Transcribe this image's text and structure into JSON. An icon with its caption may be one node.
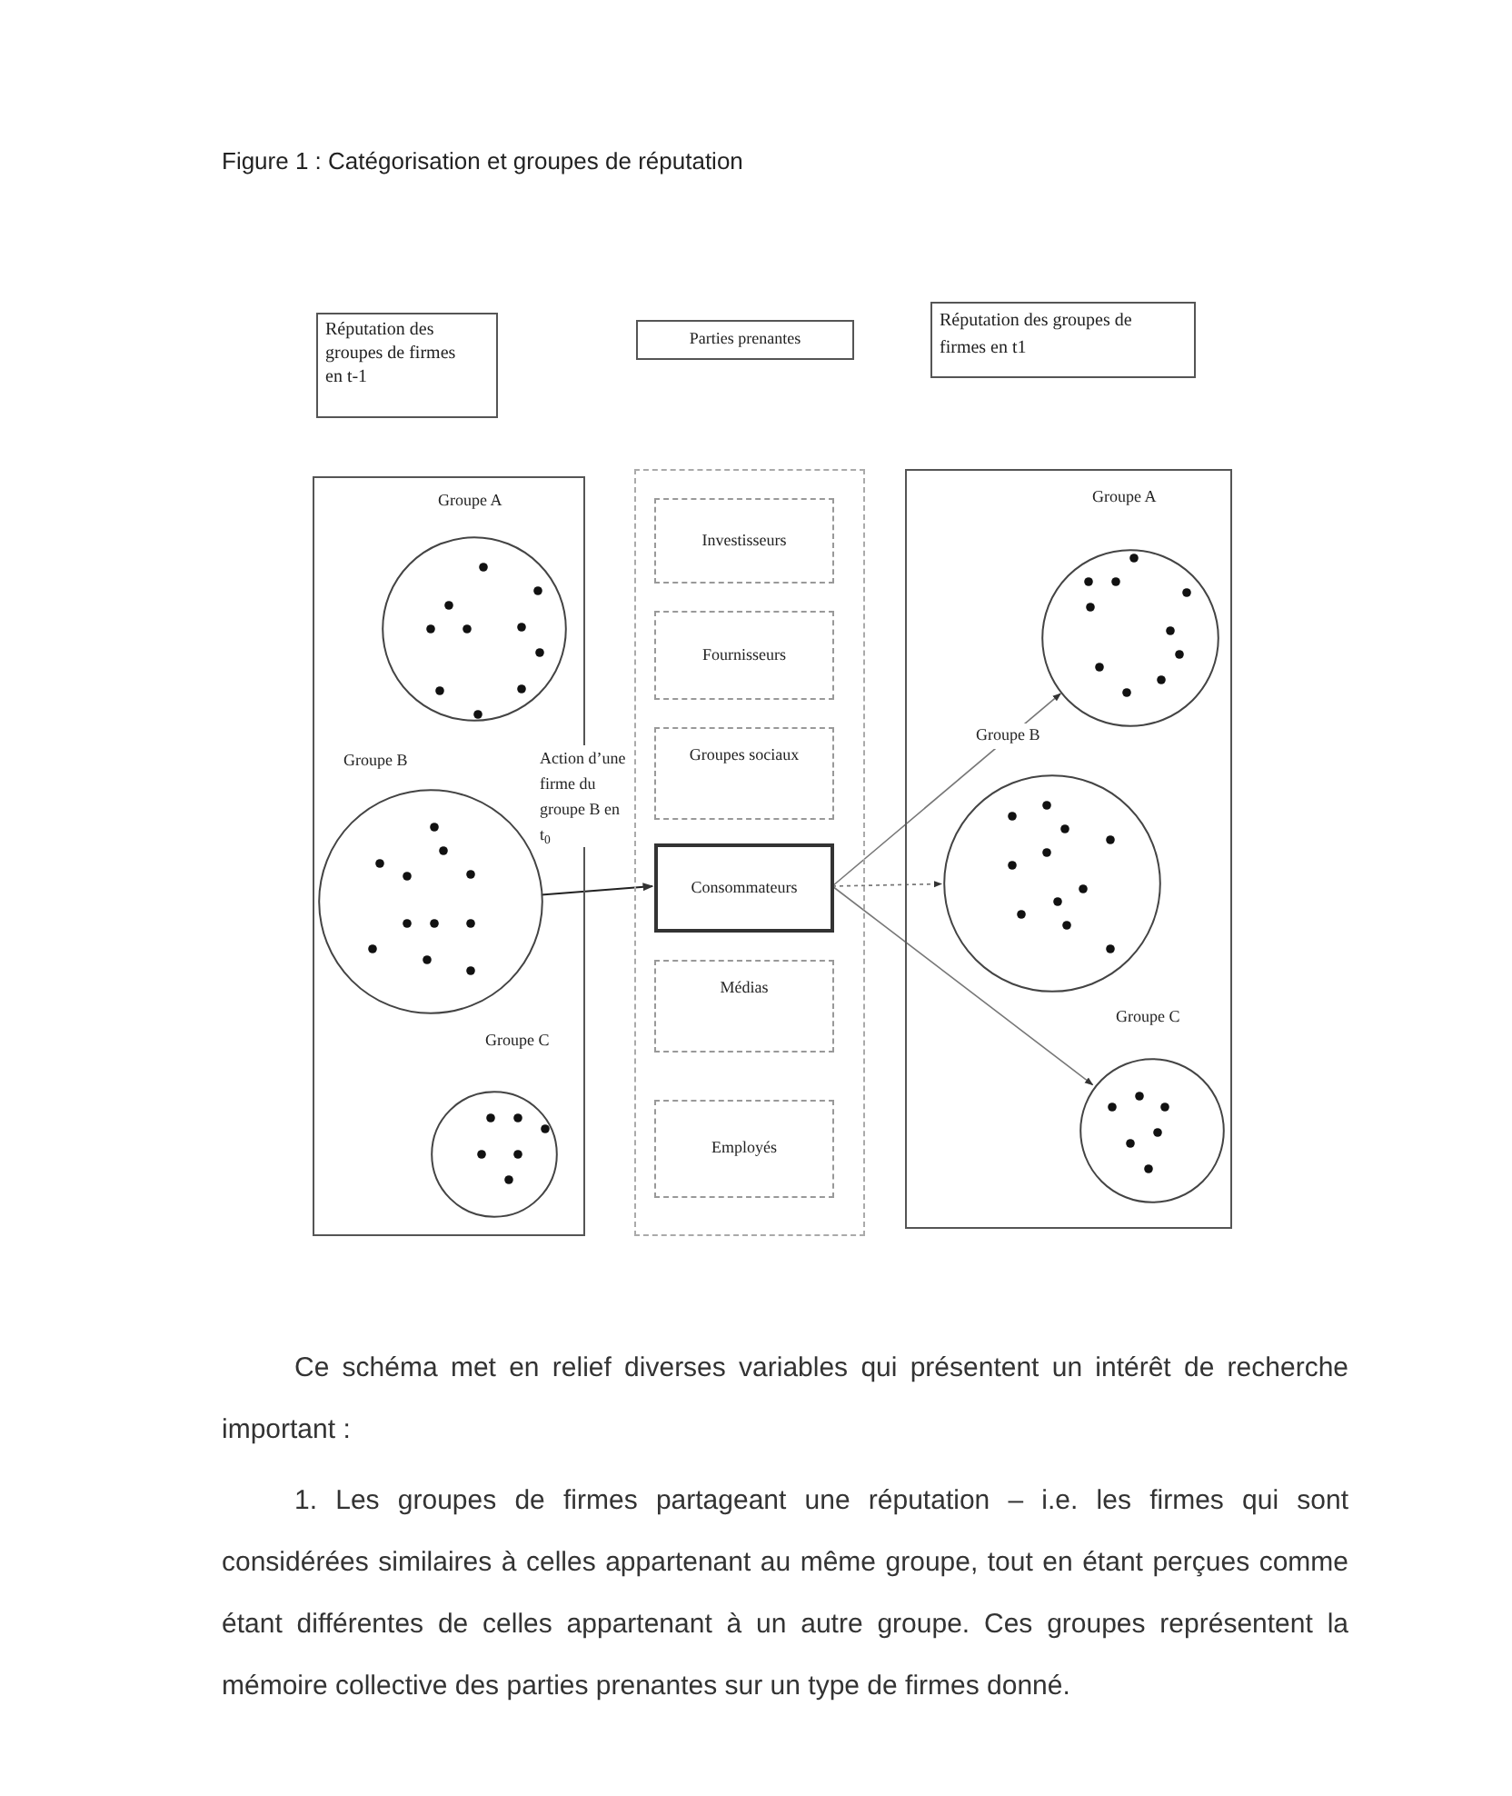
{
  "diagram": {
    "title": "Figure 1 : Catégorisation et groupes de réputation",
    "nodes": [
      {
        "text": [
          "Réputation des groupes de firmes en t-1"
        ]
      },
      {
        "text": [
          "Parties prenantes"
        ]
      },
      {
        "text": [
          "Réputation des groupes de firmes en t1"
        ]
      },
      {
        "text": [],
        "shape": "box"
      },
      {
        "text": [
          "Groupe A"
        ],
        "in": 3
      },
      {
        "text": [
          "Groupe B"
        ],
        "in": 3
      },
      {
        "text": [
          "Groupe C"
        ],
        "in": 3
      },
      {
        "text": [],
        "shape": "box"
      },
      {
        "text": [
          "Investisseurs"
        ],
        "in": 7
      },
      {
        "text": [
          "Fournisseurs"
        ],
        "in": 7
      },
      {
        "text": [
          "Groupes sociaux"
        ],
        "in": 7
      },
      {
        "text": [
          "Consommateurs"
        ],
        "in": 7
      },
      {
        "text": [
          "Médias"
        ],
        "in": 7
      },
      {
        "text": [
          "Employés"
        ],
        "in": 7
      },
      {
        "text": [],
        "shape": "box"
      },
      {
        "text": [
          "Groupe A"
        ],
        "in": 14
      },
      {
        "text": [
          "Groupe B"
        ],
        "in": 14
      },
      {
        "text": [
          "Groupe C"
        ],
        "in": 14
      }
    ],
    "edges": [
      {
        "from": 5,
        "to": 11,
        "arrow": "to",
        "label": "Action d’une firme du groupe B en t$_{0}$"
      },
      {
        "from": 11,
        "to": 15,
        "arrow": "to"
      },
      {
        "from": 11,
        "to": 16,
        "arrow": "to",
        "style": "dashed"
      },
      {
        "from": 11,
        "to": 17,
        "arrow": "to"
      }
    ],
    "labels": [
      "Ce schéma met en relief diverses variables qui présentent un intérêt de recherche important :",
      "1. Les groupes de firmes partageant une réputation – i.e. les firmes qui sont considérées similaires à celles appartenant au même groupe, tout en étant perçues comme étant différentes de celles appartenant à un autre groupe. Ces groupes représentent la mémoire collective des parties prenantes sur un type de firmes donné."
    ]
  }
}
